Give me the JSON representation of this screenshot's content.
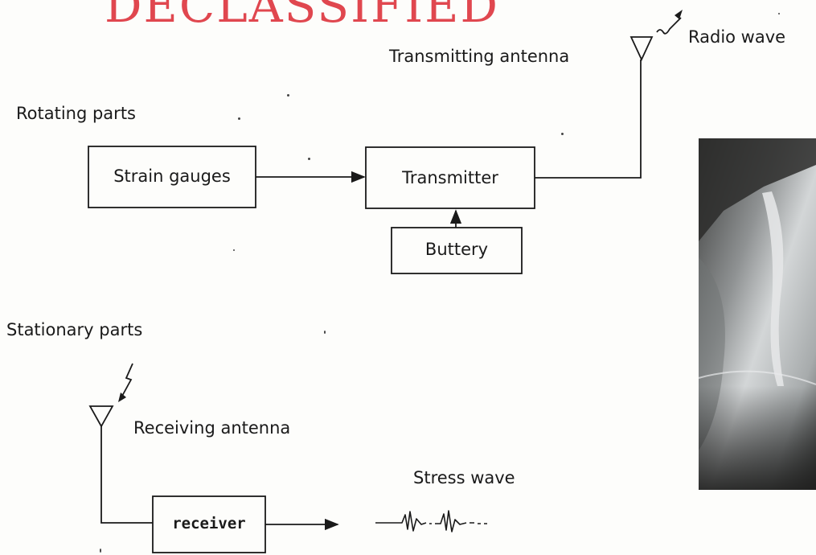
{
  "stamp": {
    "text": "DECLASSIFIED",
    "color": "#e0474f"
  },
  "rotating": {
    "section_label": "Rotating parts",
    "strain_gauges": "Strain gauges",
    "transmitter": "Transmitter",
    "battery": "Buttery",
    "transmitting_antenna": "Transmitting antenna",
    "radio_wave": "Radio wave"
  },
  "stationary": {
    "section_label": "Stationary parts",
    "receiving_antenna": "Receiving antenna",
    "receiver": "receiver",
    "stress_wave": "Stress wave"
  },
  "colors": {
    "line": "#1a1a1a",
    "photo_dark": "#2c2c2a",
    "photo_light": "#c9cbcc",
    "accent_blue": "#7fb6df"
  }
}
